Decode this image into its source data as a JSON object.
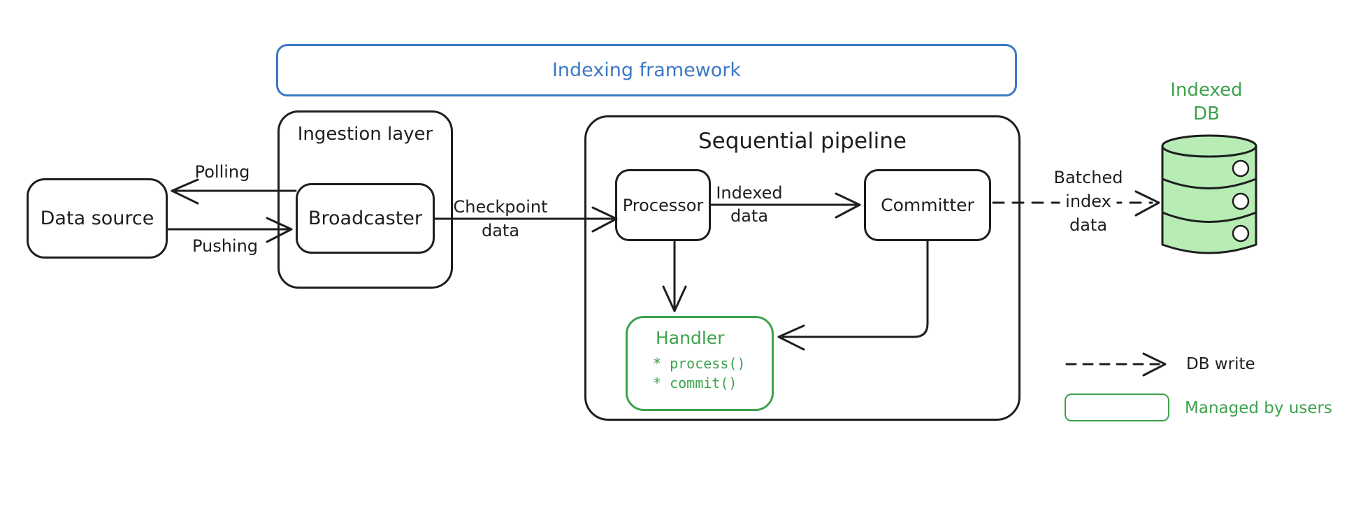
{
  "colors": {
    "ink": "#1e1e1e",
    "blue_accent": "#3c78c5",
    "green_accent": "#3da24c",
    "green_fill": "#b7ecb5",
    "background": "#ffffff"
  },
  "frame": {
    "title": "Indexing framework"
  },
  "nodes": {
    "data_source": {
      "label": "Data source"
    },
    "ingestion": {
      "label": "Ingestion layer"
    },
    "broadcaster": {
      "label": "Broadcaster"
    },
    "pipeline": {
      "label": "Sequential pipeline"
    },
    "processor": {
      "label": "Processor"
    },
    "committer": {
      "label": "Committer"
    },
    "handler": {
      "label": "Handler",
      "methods": [
        "* process()",
        "* commit()"
      ]
    },
    "indexed_db": {
      "line1": "Indexed",
      "line2": "DB"
    }
  },
  "edges": {
    "polling": {
      "label": "Polling"
    },
    "pushing": {
      "label": "Pushing"
    },
    "checkpoint": {
      "line1": "Checkpoint",
      "line2": "data"
    },
    "indexed": {
      "line1": "Indexed",
      "line2": "data"
    },
    "batched": {
      "line1": "Batched",
      "line2": "index",
      "line3": "data"
    }
  },
  "legend": {
    "db_write": "DB write",
    "managed_by_users": "Managed by users"
  }
}
